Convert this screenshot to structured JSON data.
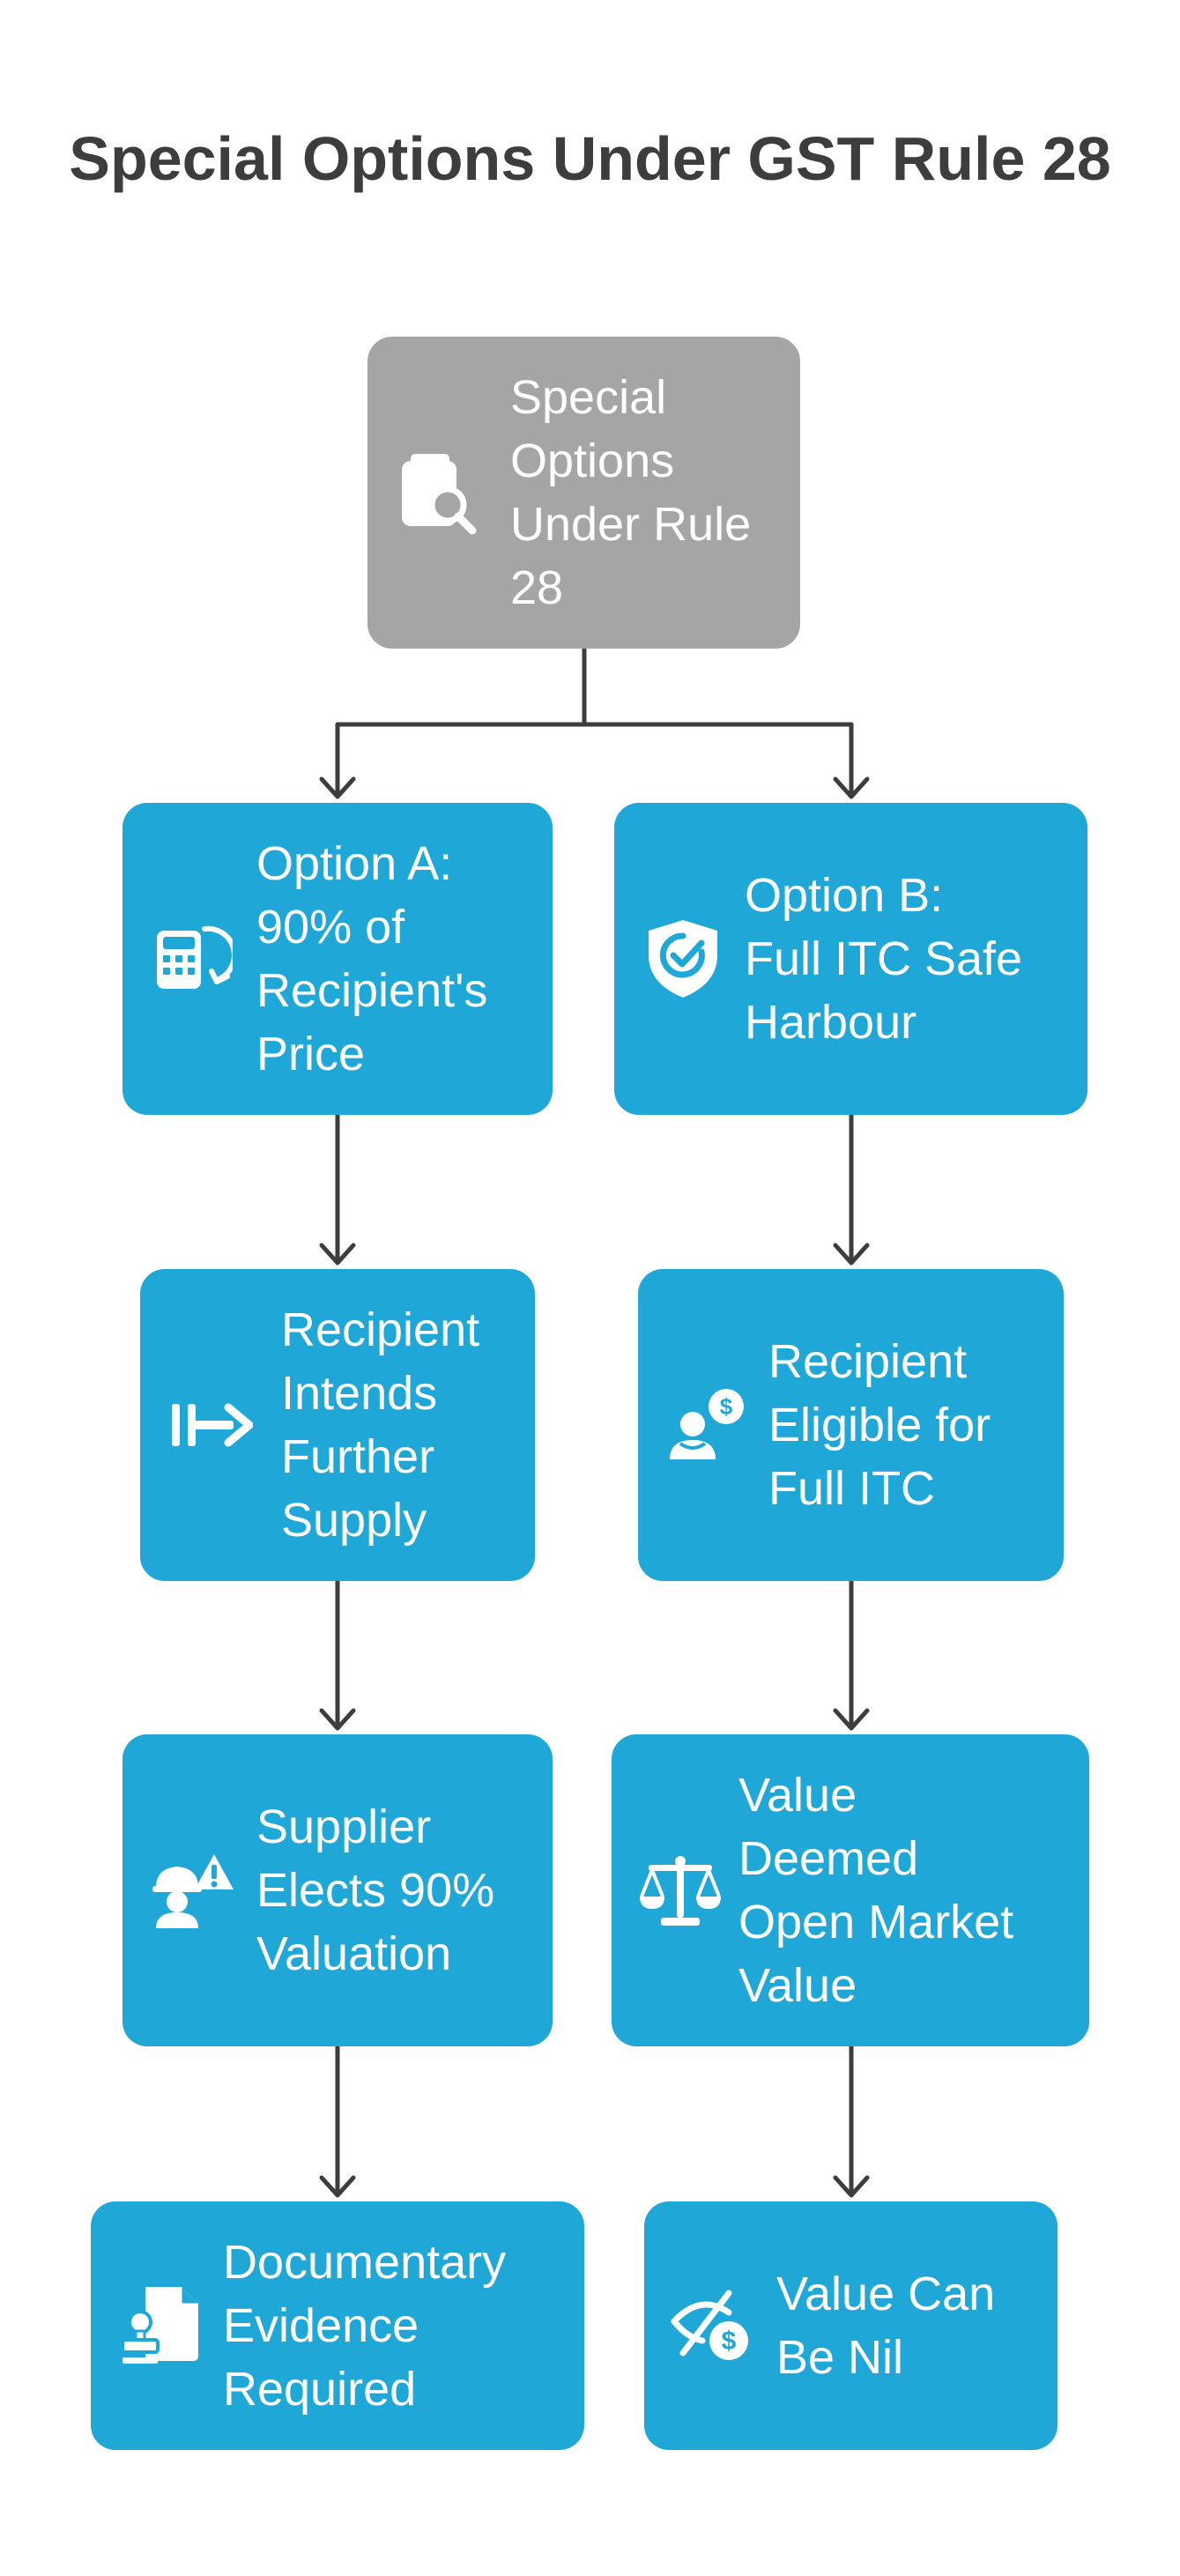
{
  "title": "Special Options Under GST Rule 28",
  "colors": {
    "root_box": "#a5a5a5",
    "node_box": "#1fa7d7",
    "connector": "#3d3d3d",
    "title_text": "#3d3d3d",
    "node_text": "#ffffff"
  },
  "root": {
    "label": "Special\nOptions\nUnder Rule\n28",
    "icon": "document-search-icon"
  },
  "branches": {
    "left": [
      {
        "label": "Option A:\n90% of\nRecipient's\nPrice",
        "icon": "calculator-refresh-icon"
      },
      {
        "label": "Recipient\nIntends\nFurther\nSupply",
        "icon": "arrow-forward-icon"
      },
      {
        "label": "Supplier\nElects 90%\nValuation",
        "icon": "worker-warning-icon"
      },
      {
        "label": "Documentary\nEvidence\nRequired",
        "icon": "document-stamp-icon"
      }
    ],
    "right": [
      {
        "label": "Option B:\nFull ITC Safe\nHarbour",
        "icon": "shield-check-icon"
      },
      {
        "label": "Recipient\nEligible for\nFull ITC",
        "icon": "person-dollar-icon"
      },
      {
        "label": "Value\nDeemed\nOpen Market\nValue",
        "icon": "balance-scale-icon"
      },
      {
        "label": "Value Can\nBe Nil",
        "icon": "hidden-value-dollar-icon"
      }
    ]
  }
}
